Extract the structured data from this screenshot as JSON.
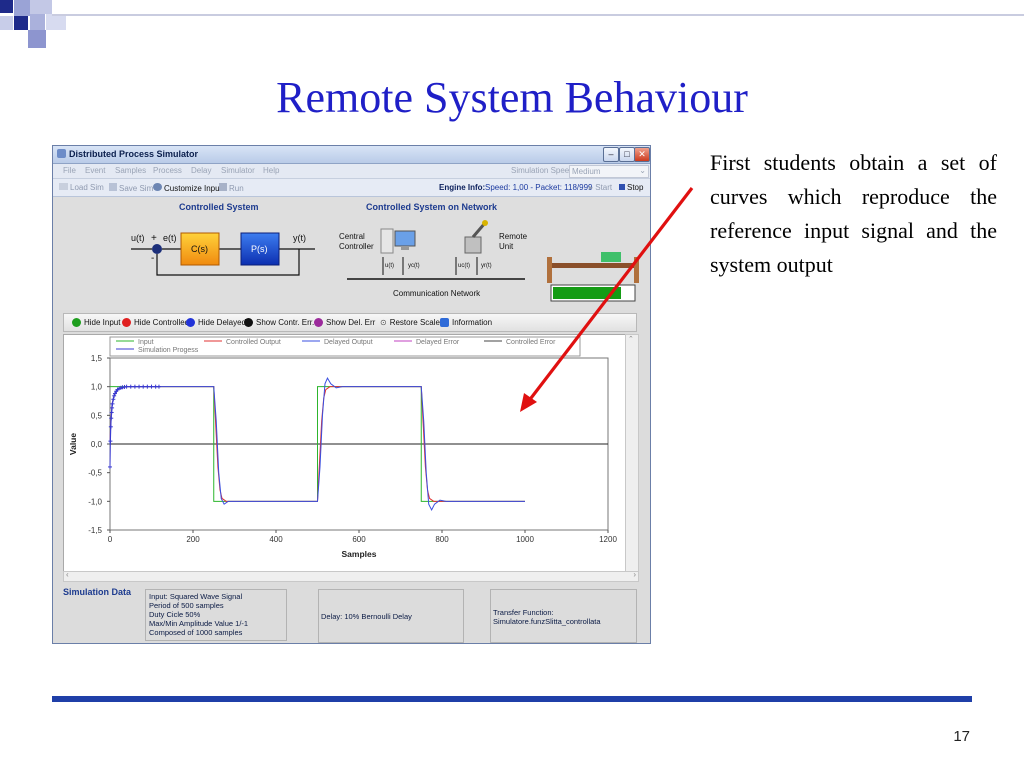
{
  "slide": {
    "title": "Remote System Behaviour",
    "body": "First students obtain a set of curves which reproduce the reference input signal and the system output",
    "page_number": "17"
  },
  "colors": {
    "title": "#1f1fc7",
    "rule": "#1f3fa8",
    "arrow": "#e01010",
    "input_series": "#2db52d",
    "controlled_series": "#e03030",
    "delayed_series": "#3a4fe0",
    "delayed_error_series": "#c040c0",
    "controlled_error_series": "#444444",
    "progress_series": "#3a3ad0"
  },
  "app": {
    "window_title": "Distributed Process Simulator",
    "minimize_icon": "minimize-icon",
    "maximize_icon": "maximize-icon",
    "close_icon": "close-icon",
    "menu": [
      "File",
      "Event",
      "Samples",
      "Process",
      "Delay",
      "Simulator",
      "Help"
    ],
    "speed_label": "Simulation Speed",
    "speed_value": "Medium",
    "toolbar": {
      "load": "Load Sim",
      "save": "Save Sim",
      "customize": "Customize Input",
      "run": "Run",
      "engine_label": "Engine Info:",
      "engine_value": "Speed: 1,00 - Packet: 118/999",
      "start": "Start",
      "stop": "Stop"
    },
    "diagram": {
      "left_title": "Controlled System",
      "right_title": "Controlled System on Network",
      "ut": "u(t)",
      "plus": "+",
      "et": "e(t)",
      "minus": "-",
      "cs": "C(s)",
      "ps": "P(s)",
      "yt": "y(t)",
      "central": "Central",
      "controller": "Controller",
      "remote": "Remote",
      "unit": "Unit",
      "net_labels": [
        "u(t)",
        "yc(t)",
        "uc(t)",
        "yr(t)"
      ],
      "network": "Communication Network"
    },
    "legend_buttons": [
      {
        "label": "Hide Input",
        "color": "#1e9e1e"
      },
      {
        "label": "Hide Controlled",
        "color": "#e02020"
      },
      {
        "label": "Hide Delayed",
        "color": "#2233d8"
      },
      {
        "label": "Show Contr. Err.",
        "color": "#111111"
      },
      {
        "label": "Show Del. Err",
        "color": "#9b2a9b"
      }
    ],
    "restore_scale": "Restore Scale",
    "information": "Information",
    "sim_data": {
      "title": "Simulation Data",
      "input_lines": [
        "Input: Squared Wave Signal",
        "Period of 500 samples",
        "Duty Cicle 50%",
        "Max/Min Amplitude Value 1/-1",
        "Composed of 1000 samples"
      ],
      "delay": "Delay: 10% Bernoulli Delay",
      "transfer_lines": [
        "Transfer Function:",
        "Simulatore.funzSlitta_controllata"
      ]
    }
  },
  "chart_data": {
    "type": "line",
    "title": "",
    "xlabel": "Samples",
    "ylabel": "Value",
    "xlim": [
      0,
      1200
    ],
    "ylim": [
      -1.5,
      1.5
    ],
    "xticks": [
      "0",
      "200",
      "400",
      "600",
      "800",
      "1000",
      "1200"
    ],
    "yticks": [
      "1,5",
      "1,0",
      "0,5",
      "0,0",
      "-0,5",
      "-1,0",
      "-1,5"
    ],
    "legend": [
      "Input",
      "Controlled Output",
      "Delayed Output",
      "Delayed Error",
      "Controlled Error",
      "Simulation Progess"
    ],
    "series": [
      {
        "name": "Input",
        "x": [
          0,
          250,
          250,
          500,
          500,
          750,
          750,
          1000
        ],
        "y": [
          1,
          1,
          -1,
          -1,
          1,
          1,
          -1,
          -1
        ]
      },
      {
        "name": "Controlled Output",
        "x": [
          0,
          2,
          5,
          10,
          20,
          40,
          250,
          255,
          260,
          265,
          270,
          280,
          300,
          500,
          505,
          510,
          515,
          520,
          530,
          550,
          750,
          755,
          760,
          765,
          770,
          780,
          800,
          1000
        ],
        "y": [
          0,
          0.4,
          0.7,
          0.85,
          0.95,
          1,
          1,
          0.3,
          -0.4,
          -0.8,
          -0.95,
          -1,
          -1,
          -1,
          -0.3,
          0.4,
          0.8,
          0.95,
          1,
          1,
          1,
          0.3,
          -0.4,
          -0.8,
          -0.95,
          -1,
          -1,
          -1
        ]
      },
      {
        "name": "Delayed Output",
        "x": [
          0,
          2,
          5,
          10,
          20,
          40,
          250,
          256,
          262,
          268,
          275,
          285,
          300,
          500,
          506,
          512,
          518,
          524,
          532,
          545,
          560,
          750,
          756,
          762,
          768,
          775,
          782,
          795,
          810,
          1000
        ],
        "y": [
          0,
          0.4,
          0.7,
          0.85,
          0.95,
          1,
          1,
          0.4,
          -0.5,
          -0.95,
          -1.05,
          -1.0,
          -1,
          -1,
          -0.4,
          0.5,
          1.05,
          1.15,
          1.05,
          0.98,
          1,
          1,
          0.4,
          -0.5,
          -1.05,
          -1.15,
          -1.05,
          -0.98,
          -1,
          -1
        ]
      },
      {
        "name": "Simulation Progess",
        "x": [
          0,
          1,
          2,
          3,
          4,
          5,
          6,
          8,
          10,
          12,
          15,
          18,
          22,
          26,
          30,
          35,
          40,
          50,
          60,
          70,
          80,
          90,
          100,
          110,
          118
        ],
        "y": [
          -0.4,
          0.05,
          0.3,
          0.45,
          0.55,
          0.63,
          0.7,
          0.78,
          0.84,
          0.88,
          0.92,
          0.95,
          0.97,
          0.98,
          0.99,
          0.995,
          1,
          1,
          1,
          1,
          1,
          1,
          1,
          1,
          1
        ]
      }
    ]
  }
}
